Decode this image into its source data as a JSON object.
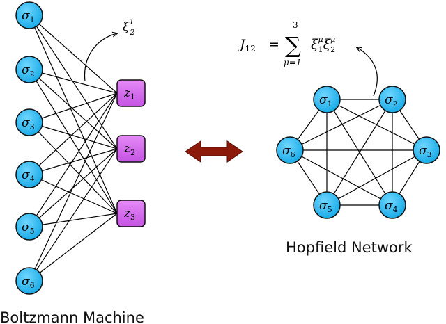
{
  "colors": {
    "visible_node_fill": "#1ab4ee",
    "hidden_node_fill": "#d768ee",
    "edge": "#000000",
    "arrow_fill": "#8b1a0a"
  },
  "boltzmann": {
    "caption": "Boltzmann Machine",
    "visible_nodes": [
      {
        "sym": "σ",
        "sub": "1"
      },
      {
        "sym": "σ",
        "sub": "2"
      },
      {
        "sym": "σ",
        "sub": "3"
      },
      {
        "sym": "σ",
        "sub": "4"
      },
      {
        "sym": "σ",
        "sub": "5"
      },
      {
        "sym": "σ",
        "sub": "6"
      }
    ],
    "hidden_nodes": [
      {
        "sym": "z",
        "sub": "1"
      },
      {
        "sym": "z",
        "sub": "2"
      },
      {
        "sym": "z",
        "sub": "3"
      }
    ],
    "weight_annotation": {
      "sym": "ξ",
      "sub": "2",
      "sup": "1"
    }
  },
  "hopfield": {
    "caption": "Hopfield Network",
    "nodes": [
      {
        "sym": "σ",
        "sub": "1"
      },
      {
        "sym": "σ",
        "sub": "2"
      },
      {
        "sym": "σ",
        "sub": "3"
      },
      {
        "sym": "σ",
        "sub": "4"
      },
      {
        "sym": "σ",
        "sub": "5"
      },
      {
        "sym": "σ",
        "sub": "6"
      }
    ],
    "coupling_formula": {
      "lhs": "J",
      "lhs_sub": "12",
      "equals": "=",
      "sum_symbol": "∑",
      "sum_upper": "3",
      "sum_lower": "μ=1",
      "term1": "ξ",
      "term1_sub": "1",
      "term1_sup": "μ",
      "term2": "ξ",
      "term2_sub": "2",
      "term2_sup": "μ"
    }
  }
}
